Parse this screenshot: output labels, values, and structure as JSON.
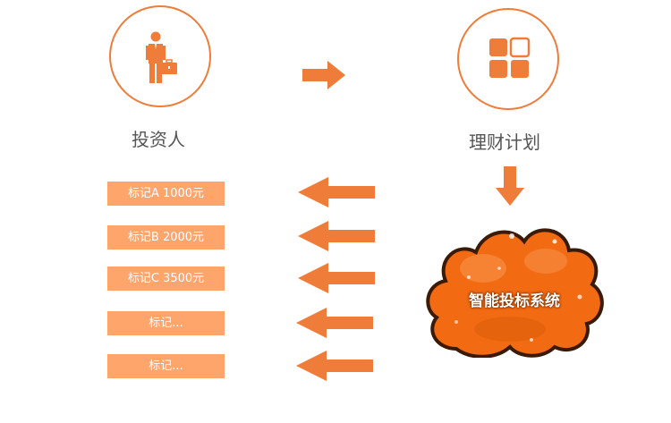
{
  "colors": {
    "accent": "#f07c3a",
    "box_fill": "#fea56c",
    "text_gray": "#555555",
    "cloud_fill": "#f26a12",
    "cloud_outline": "#3a1a08"
  },
  "investor": {
    "icon": "businessman-icon",
    "label": "投资人"
  },
  "plan": {
    "icon": "grid-tiles-icon",
    "label": "理财计划"
  },
  "system": {
    "label": "智能投标系统"
  },
  "bids": [
    {
      "label": "标记A  1000元"
    },
    {
      "label": "标记B  2000元"
    },
    {
      "label": "标记C  3500元"
    },
    {
      "label": "标记..."
    },
    {
      "label": "标记..."
    }
  ]
}
